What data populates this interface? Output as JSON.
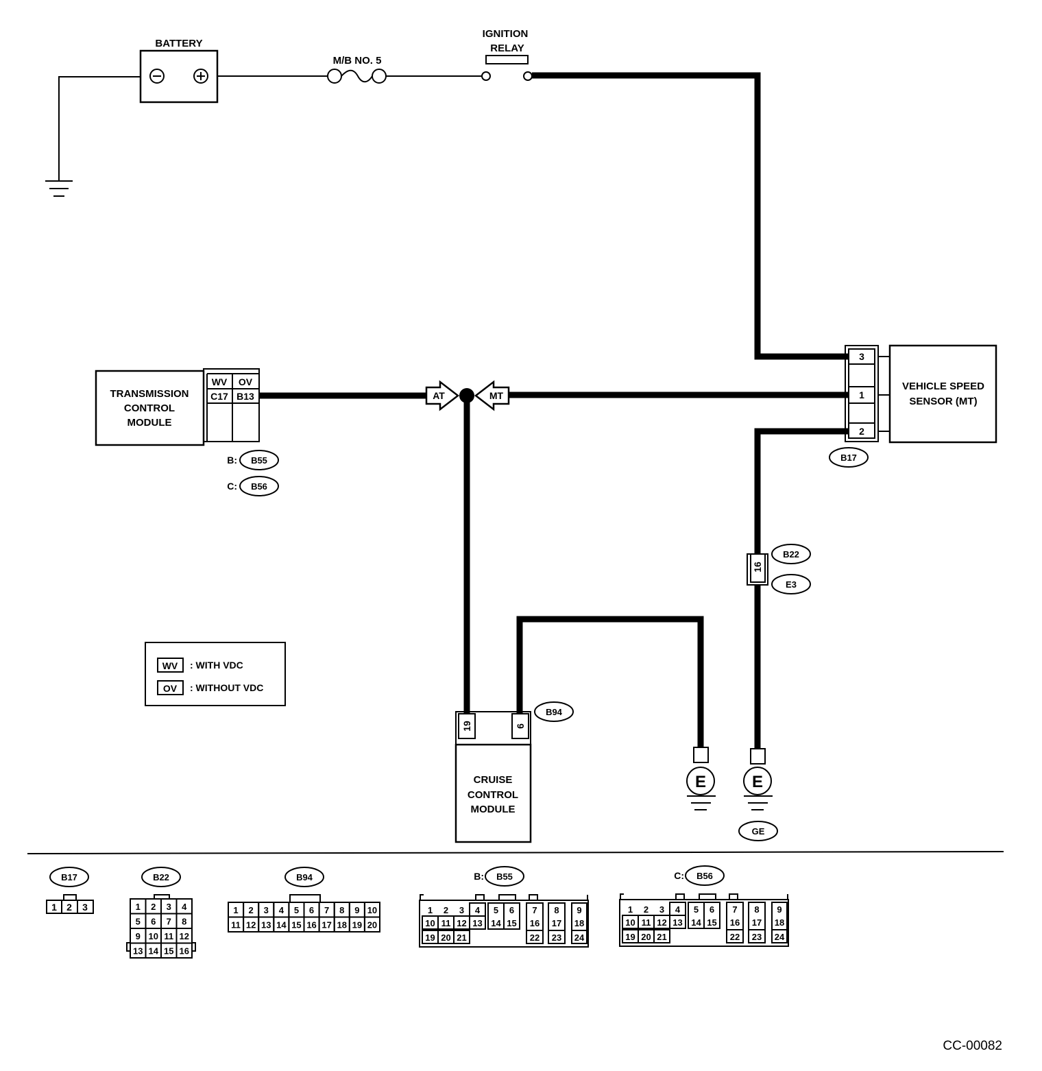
{
  "battery": {
    "label": "BATTERY",
    "neg": "⊖",
    "pos": "⊕"
  },
  "fuse": {
    "label": "M/B NO. 5"
  },
  "ignition_relay": {
    "label_line1": "IGNITION",
    "label_line2": "RELAY"
  },
  "tcm": {
    "line1": "TRANSMISSION",
    "line2": "CONTROL",
    "line3": "MODULE",
    "col_wv": "WV",
    "col_ov": "OV",
    "pin_wv": "C17",
    "pin_ov": "B13",
    "conn_b_prefix": "B:",
    "conn_b": "B55",
    "conn_c_prefix": "C:",
    "conn_c": "B56"
  },
  "junction": {
    "at": "AT",
    "mt": "MT"
  },
  "vss": {
    "line1": "VEHICLE SPEED",
    "line2": "SENSOR (MT)",
    "pin3": "3",
    "pin1": "1",
    "pin2": "2",
    "connector": "B17"
  },
  "inline_connector": {
    "pin": "16",
    "top": "B22",
    "bottom": "E3"
  },
  "ccm": {
    "line1": "CRUISE",
    "line2": "CONTROL",
    "line3": "MODULE",
    "pin19": "19",
    "pin6": "6",
    "connector": "B94"
  },
  "grounds": {
    "e_left": "E",
    "e_right": "E",
    "ge": "GE"
  },
  "legend": {
    "wv": "WV",
    "wv_text": ": WITH VDC",
    "ov": "OV",
    "ov_text": ": WITHOUT VDC"
  },
  "connector_views": {
    "b17": {
      "name": "B17",
      "pins": [
        "1",
        "2",
        "3"
      ]
    },
    "b22": {
      "name": "B22",
      "rows": [
        [
          "1",
          "2",
          "3",
          "4"
        ],
        [
          "5",
          "6",
          "7",
          "8"
        ],
        [
          "9",
          "10",
          "11",
          "12"
        ],
        [
          "13",
          "14",
          "15",
          "16"
        ]
      ]
    },
    "b94": {
      "name": "B94",
      "rows": [
        [
          "1",
          "2",
          "3",
          "4",
          "5",
          "6",
          "7",
          "8",
          "9",
          "10"
        ],
        [
          "11",
          "12",
          "13",
          "14",
          "15",
          "16",
          "17",
          "18",
          "19",
          "20"
        ]
      ]
    },
    "b55": {
      "prefix": "B:",
      "name": "B55",
      "row1": [
        "1",
        "2",
        "3",
        "4",
        "5",
        "6",
        "7",
        "8",
        "9"
      ],
      "row2": [
        "10",
        "11",
        "12",
        "13",
        "14",
        "15",
        "16",
        "17",
        "18"
      ],
      "row3": [
        "19",
        "20",
        "21",
        "22",
        "23",
        "24"
      ]
    },
    "b56": {
      "prefix": "C:",
      "name": "B56",
      "row1": [
        "1",
        "2",
        "3",
        "4",
        "5",
        "6",
        "7",
        "8",
        "9"
      ],
      "row2": [
        "10",
        "11",
        "12",
        "13",
        "14",
        "15",
        "16",
        "17",
        "18"
      ],
      "row3": [
        "19",
        "20",
        "21",
        "22",
        "23",
        "24"
      ]
    }
  },
  "footer_code": "CC-00082"
}
